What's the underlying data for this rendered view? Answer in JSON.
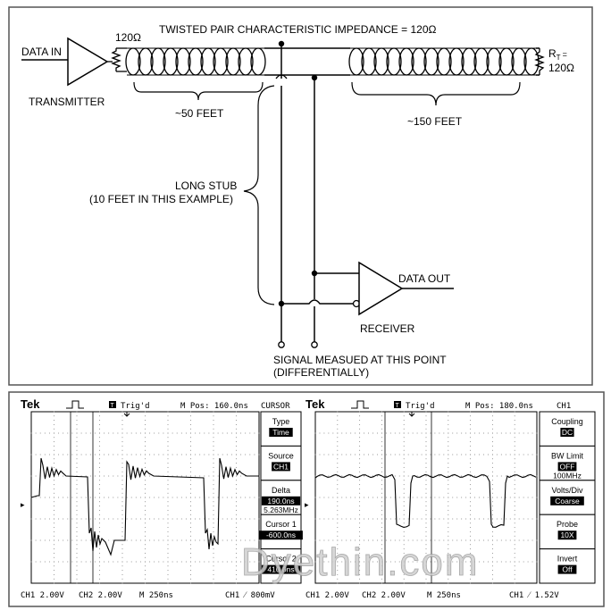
{
  "circuit": {
    "header": "TWISTED PAIR CHARACTERISTIC IMPEDANCE = 120Ω",
    "data_in": "DATA IN",
    "source_resistor": "120Ω",
    "transmitter": "TRANSMITTER",
    "length_left": "~50 FEET",
    "length_right": "~150 FEET",
    "termination_r": "R",
    "termination_sub": "T",
    "termination_eq": "=",
    "termination_value": "120Ω",
    "stub_line1": "LONG STUB",
    "stub_line2": "(10 FEET IN THIS EXAMPLE)",
    "data_out": "DATA OUT",
    "receiver": "RECEIVER",
    "measure_line1": "SIGNAL MEASUED AT THIS POINT",
    "measure_line2": "(DIFFERENTIALLY)"
  },
  "scope_left": {
    "brand": "Tek",
    "trig": "Trig'd",
    "mpos": "M Pos: 160.0ns",
    "menu_title": "CURSOR",
    "menu": [
      {
        "label": "Type",
        "value": "Time"
      },
      {
        "label": "Source",
        "value": "CH1"
      },
      {
        "label": "Delta",
        "value": "190.0ns",
        "value2": "5.263MHz"
      },
      {
        "label": "Cursor 1",
        "value": "-600.0ns"
      },
      {
        "label": "Cursor 2",
        "value": "410.0ns"
      }
    ],
    "status": {
      "ch1": "CH1  2.00V",
      "ch2": "CH2  2.00V",
      "m": "M 250ns",
      "trig": "CH1 ⁄ 800mV"
    }
  },
  "scope_right": {
    "brand": "Tek",
    "trig": "Trig'd",
    "mpos": "M Pos: 180.0ns",
    "menu_title": "CH1",
    "menu": [
      {
        "label": "Coupling",
        "value": "DC"
      },
      {
        "label": "BW Limit",
        "value": "OFF",
        "value2": "100MHz"
      },
      {
        "label": "Volts/Div",
        "value": "Coarse"
      },
      {
        "label": "Probe",
        "value": "10X"
      },
      {
        "label": "Invert",
        "value": "Off"
      }
    ],
    "status": {
      "ch1": "CH1  2.00V",
      "ch2": "CH2  2.00V",
      "m": "M 250ns",
      "trig": "CH1 ⁄ 1.52V"
    }
  },
  "watermark": "Dyethin.com",
  "colors": {
    "ink": "#000000",
    "panel_border": "#555555",
    "screen": "#ffffff",
    "watermark": "#cfcfcf"
  }
}
